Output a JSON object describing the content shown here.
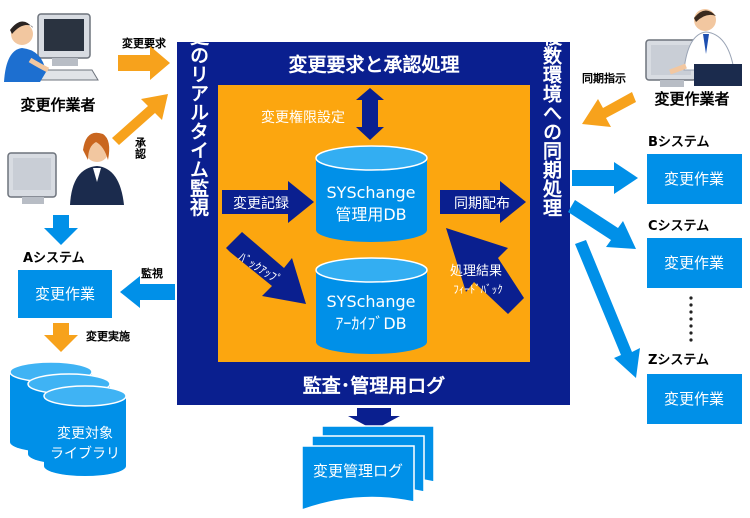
{
  "operator_left": "変更作業者",
  "operator_right": "変更作業者",
  "label_request": "変更要求",
  "label_approval": "承認",
  "label_sync_instruction": "同期指示",
  "label_monitor": "監視",
  "label_change_exec": "変更実施",
  "top_bar": "変更要求と承認処理",
  "left_bar": "変更のリアルタイム監視",
  "right_bar": "複数環境への同期処理",
  "bottom_bar": "監査･管理用ログ",
  "permission_setting": "変更権限設定",
  "change_record": "変更記録",
  "backup": "ﾊﾞｯｸｱｯﾌﾟ",
  "sync_distribution": "同期配布",
  "feedback_line1": "処理結果",
  "feedback_line2": "ﾌｨｰﾄﾞﾊﾞｯｸ",
  "db_main": {
    "line1": "SYSchange",
    "line2": "管理用DB"
  },
  "db_archive": {
    "line1": "SYSchange",
    "line2": "ｱｰｶｲﾌﾞDB"
  },
  "system_a": {
    "label": "Aシステム",
    "task": "変更作業"
  },
  "system_b": {
    "label": "Bシステム",
    "task": "変更作業"
  },
  "system_c": {
    "label": "Cシステム",
    "task": "変更作業"
  },
  "system_z": {
    "label": "Zシステム",
    "task": "変更作業"
  },
  "library": {
    "line1": "変更対象",
    "line2": "ライブラリ"
  },
  "change_log": "変更管理ログ",
  "colors": {
    "navy": "#0a1f8f",
    "orange": "#fca60f",
    "blue": "#0090e8",
    "arrow_orange": "#f7a21c"
  }
}
